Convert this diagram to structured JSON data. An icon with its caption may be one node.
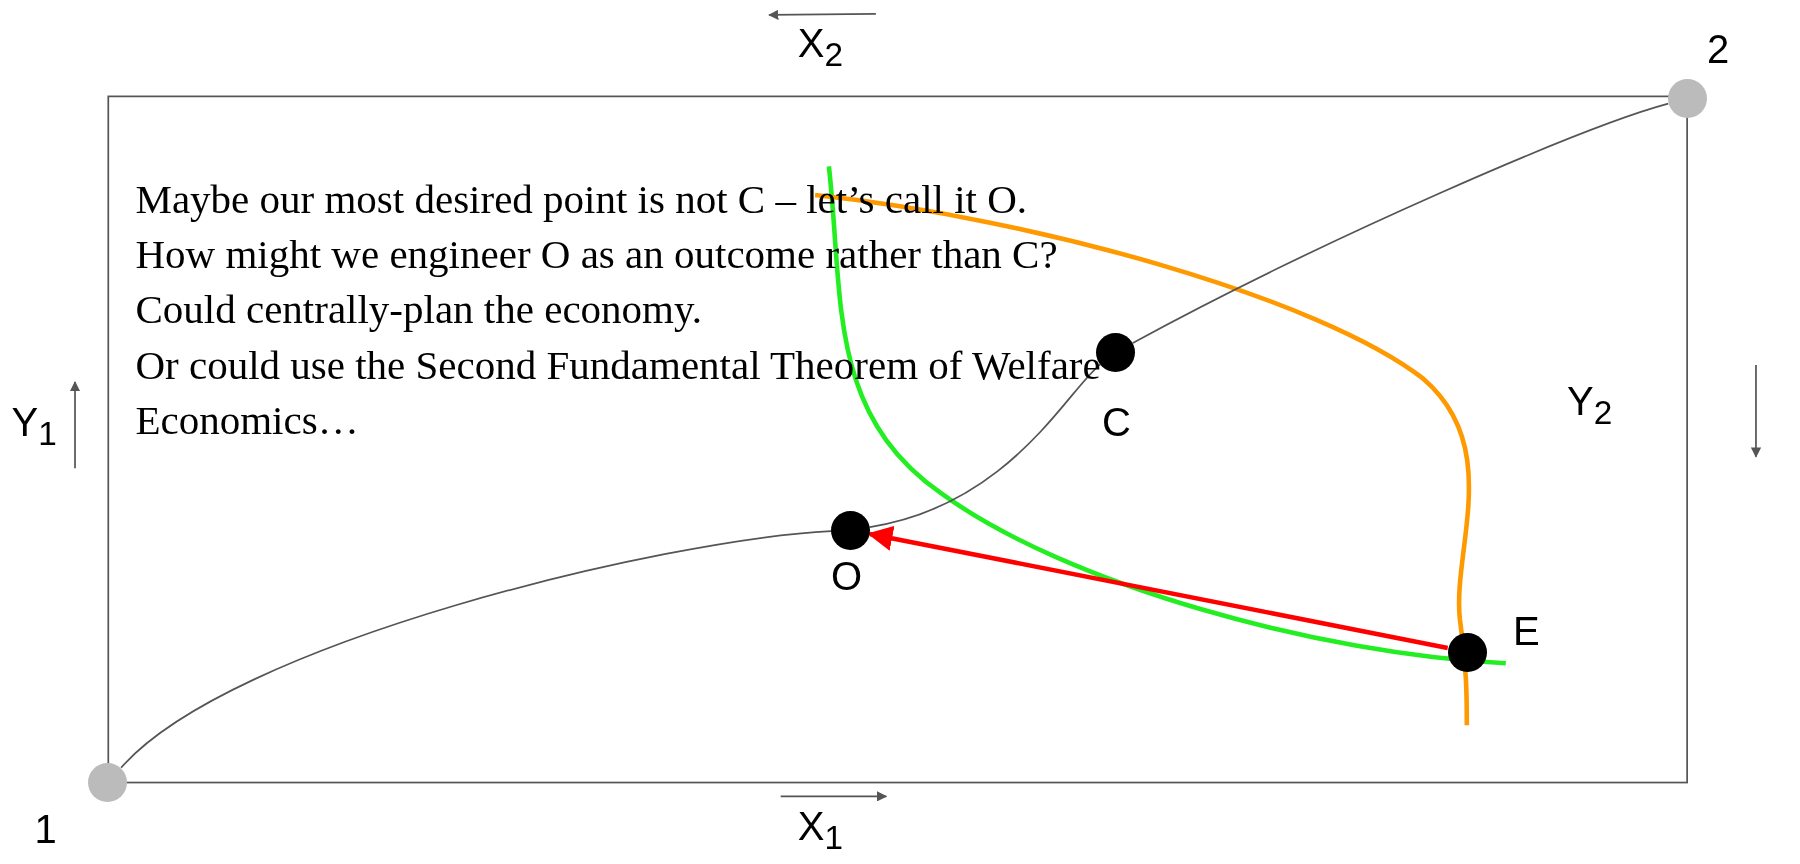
{
  "diagram": {
    "nodes": [
      {
        "text": [],
        "shape": "circle",
        "beside": [
          "1"
        ]
      },
      {
        "text": [],
        "shape": "circle",
        "beside": [
          "2"
        ]
      },
      {
        "text": [],
        "shape": "circle",
        "beside": [
          "C"
        ]
      },
      {
        "text": [],
        "shape": "circle",
        "beside": [
          "O"
        ]
      },
      {
        "text": [],
        "shape": "circle",
        "beside": [
          "E"
        ]
      }
    ],
    "edges": [
      {
        "from": 0,
        "to": 3,
        "arrow": "none"
      },
      {
        "from": 3,
        "to": 2,
        "arrow": "none"
      },
      {
        "from": 2,
        "to": 1,
        "arrow": "none"
      },
      {
        "from": 4,
        "to": 3,
        "arrow": "to",
        "style": "thick",
        "color": "#ff0000"
      }
    ],
    "labels": [
      "X$_{2}$",
      "Maybe our most desired point is not C – let’s call it O.",
      "How might we engineer O as an outcome rather than C?",
      "Could centrally-plan the economy.",
      "Or could use the Second Fundamental Theorem of Welfare Economics…",
      "Y$_{1}$",
      "Y$_{2}$",
      "X$_{1}$"
    ]
  }
}
